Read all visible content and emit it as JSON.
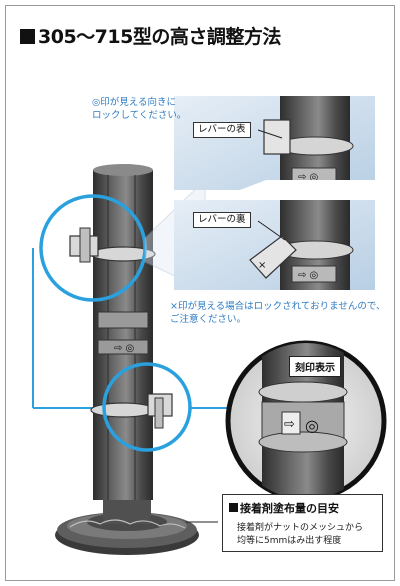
{
  "title": "305〜715型の高さ調整方法",
  "notes": {
    "lock_note": [
      "◎印が見える向きに",
      "ロックしてください。"
    ],
    "warning_note": [
      "×印が見える場合はロックされておりませんので、",
      "ご注意ください。"
    ]
  },
  "labels": {
    "lever_front": "レバーの表",
    "lever_back": "レバーの裏",
    "stamp_display": "刻印表示"
  },
  "adhesive_box": {
    "heading": "接着剤塗布量の目安",
    "line1": "接着剤がナットのメッシュから",
    "line2": "均等に5mmはみ出す程度"
  },
  "colors": {
    "accent": "#2aa1de",
    "pole_dark": "#4a4a4a",
    "panel_blue": "#cfe0ef"
  }
}
